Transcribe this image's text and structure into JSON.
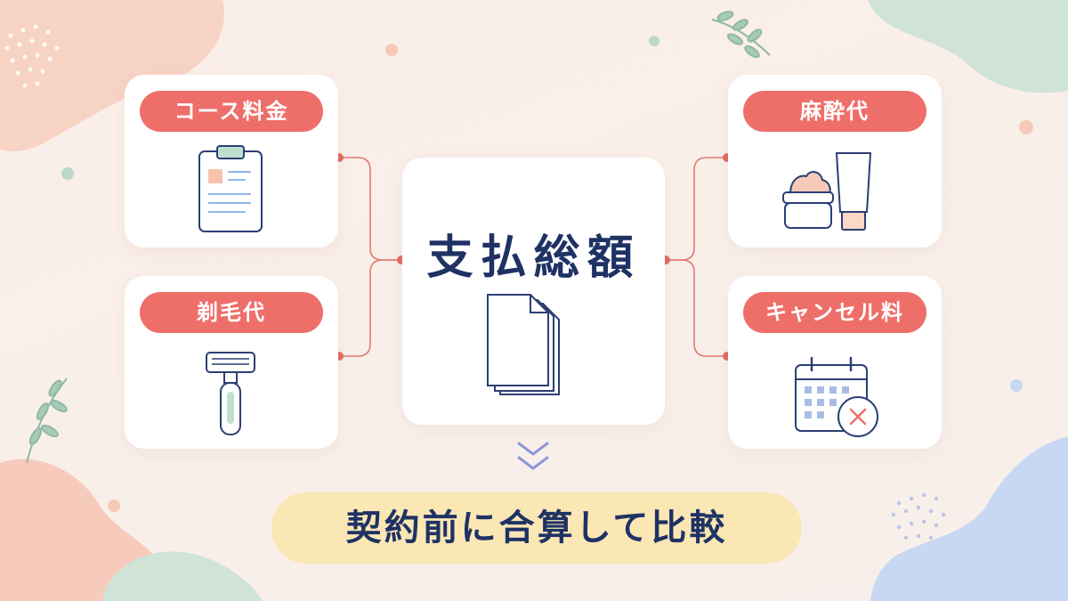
{
  "center": {
    "title": "支払総額"
  },
  "items": {
    "course_fee": "コース料金",
    "shaving_fee": "剃毛代",
    "anesthesia_fee": "麻酔代",
    "cancel_fee": "キャンセル料"
  },
  "banner": {
    "text": "契約前に合算して比較"
  },
  "colors": {
    "accent_pill": "#ee6f6a",
    "navy": "#1f3264",
    "banner_bg": "#fbe7b4",
    "connector": "#e07a70"
  }
}
